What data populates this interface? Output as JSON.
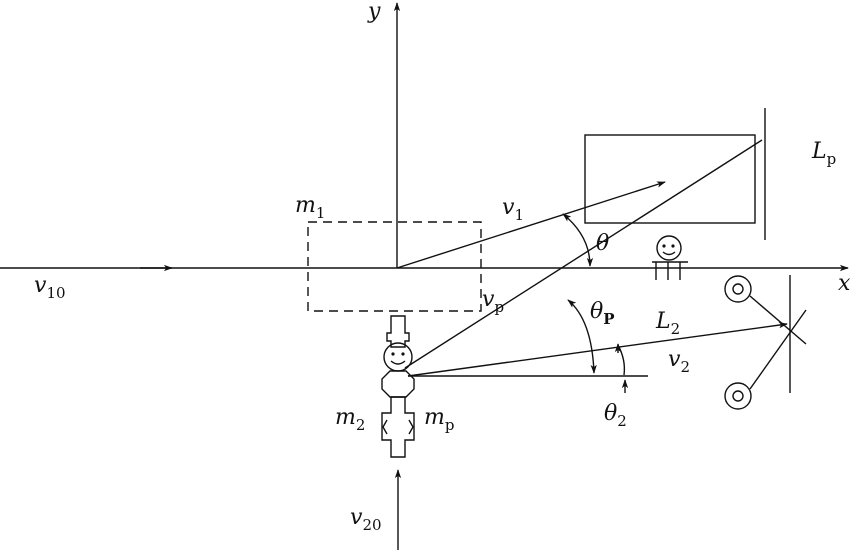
{
  "labels": {
    "y_axis": "y",
    "x_axis": "x",
    "m1": {
      "base": "m",
      "sub": "1"
    },
    "m2": {
      "base": "m",
      "sub": "2"
    },
    "mp": {
      "base": "m",
      "sub": "p"
    },
    "v1": {
      "base": "v",
      "sub": "1"
    },
    "v2": {
      "base": "v",
      "sub": "2"
    },
    "v10": {
      "base": "v",
      "sub": "10"
    },
    "v20": {
      "base": "v",
      "sub": "20"
    },
    "vp": {
      "base": "v",
      "sub": "p"
    },
    "theta": "θ",
    "thetaP": {
      "base": "θ",
      "sub": "P"
    },
    "theta2": {
      "base": "θ",
      "sub": "2"
    },
    "Lp": {
      "base": "L",
      "sub": "p"
    },
    "L2": {
      "base": "L",
      "sub": "2"
    }
  },
  "colors": {
    "ink": "#111111",
    "background": "#ffffff"
  }
}
